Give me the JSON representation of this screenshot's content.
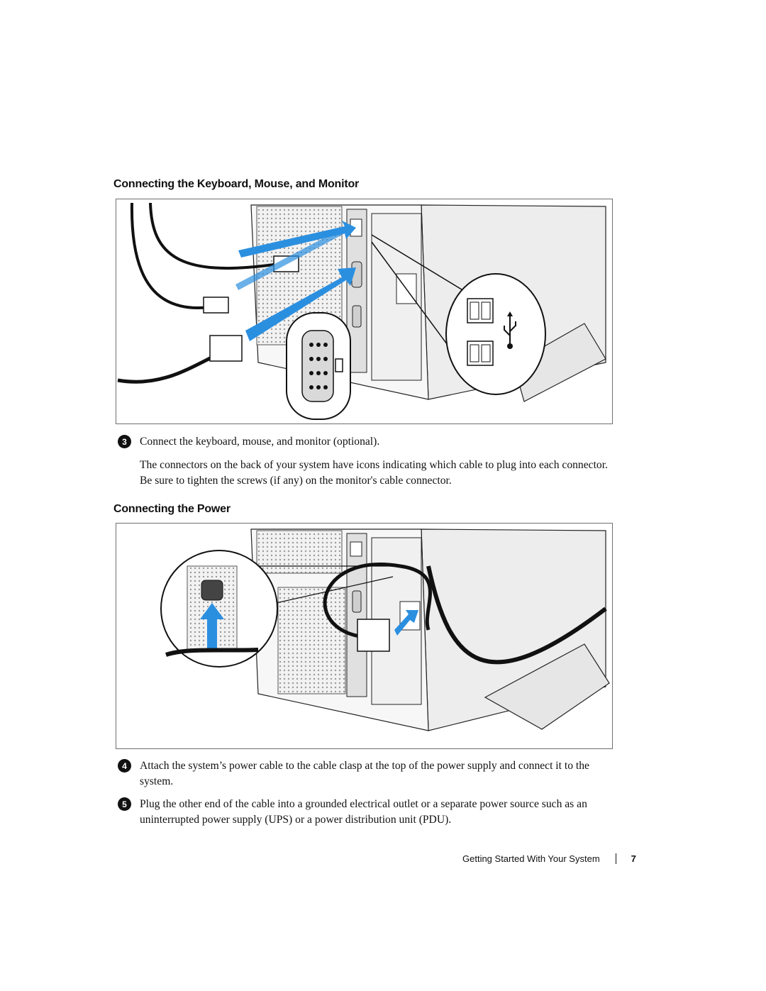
{
  "section1": {
    "heading": "Connecting the Keyboard, Mouse, and Monitor",
    "step": {
      "number": "3",
      "text": "Connect the keyboard, mouse, and monitor (optional)."
    },
    "note": "The connectors on the back of your system have icons indicating which cable to plug into each connector. Be sure to tighten the screws (if any) on the monitor's cable connector.",
    "illustration_icons": [
      "usb-icon",
      "monitor-port-icon"
    ]
  },
  "section2": {
    "heading": "Connecting the Power",
    "steps": [
      {
        "number": "4",
        "text": "Attach the system’s power cable to the cable clasp at the top of the power supply and connect it to the system."
      },
      {
        "number": "5",
        "text": "Plug the other end of the cable into a grounded electrical outlet or a separate power source such as an uninterrupted power supply (UPS) or a power distribution unit (PDU)."
      }
    ]
  },
  "footer": {
    "title": "Getting Started With Your System",
    "page_number": "7"
  },
  "colors": {
    "arrow_blue": "#2b8fe0",
    "text": "#111111",
    "frame_border": "#6f6f6f"
  }
}
